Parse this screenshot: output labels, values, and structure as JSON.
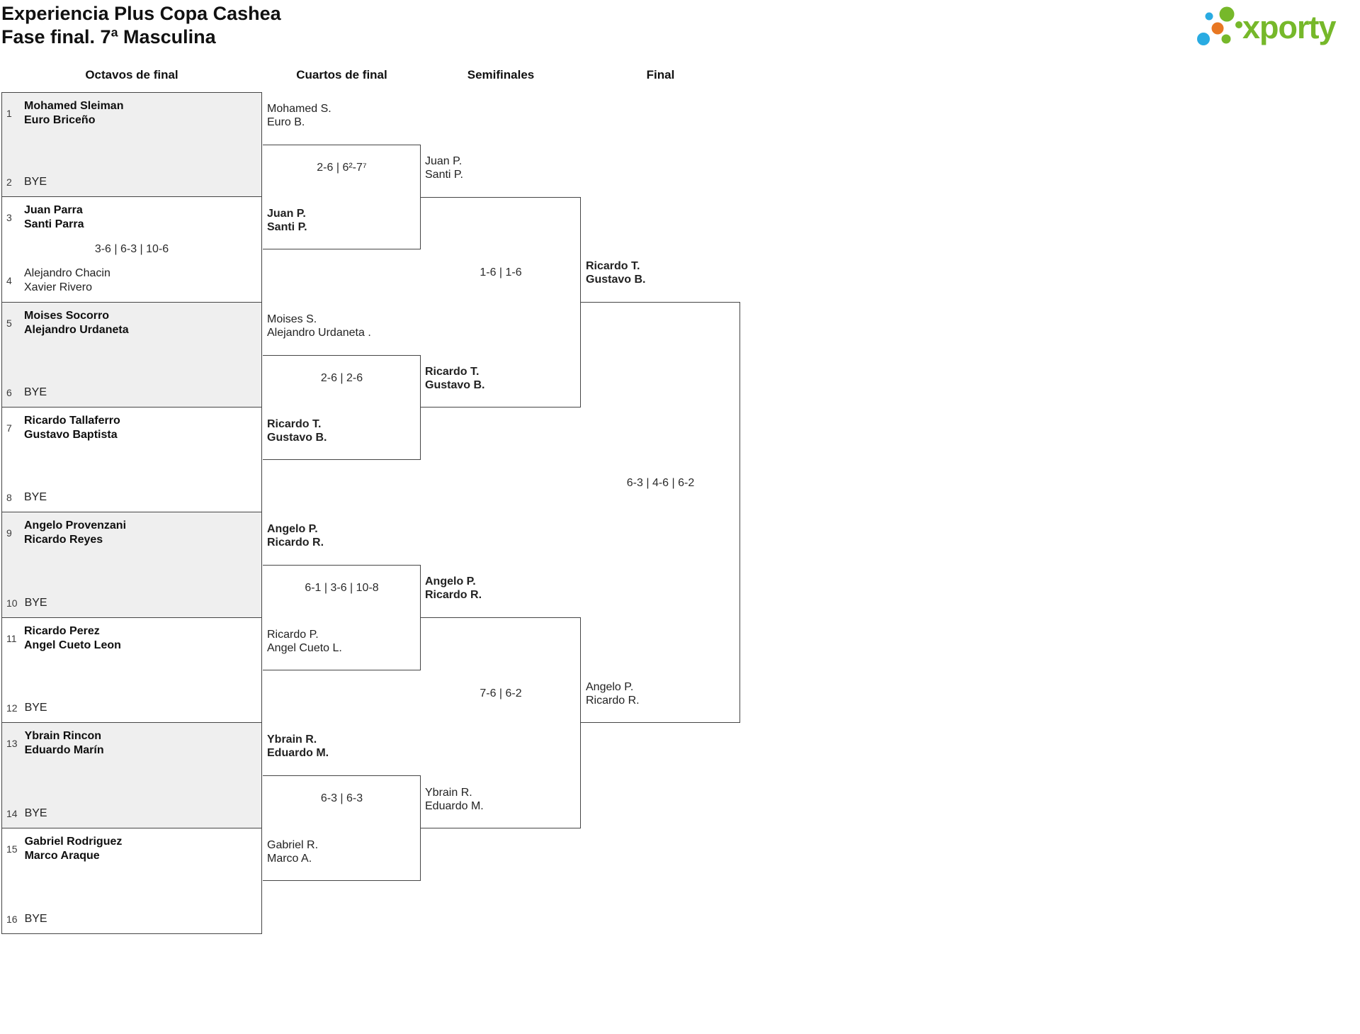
{
  "title": {
    "line1": "Experiencia Plus Copa Cashea",
    "line2": "Fase final. 7ª Masculina"
  },
  "brand": {
    "name": "xporty",
    "colors": {
      "green": "#76b82a",
      "blue": "#29abe2",
      "orange": "#e87722"
    }
  },
  "headers": {
    "octavos": "Octavos de final",
    "cuartos": "Cuartos de final",
    "semis": "Semifinales",
    "final": "Final"
  },
  "octavos": [
    {
      "seed_top": "1",
      "top": [
        "Mohamed Sleiman",
        "Euro Briceño"
      ],
      "seed_bottom": "2",
      "bottom": [
        "BYE",
        ""
      ],
      "score": ""
    },
    {
      "seed_top": "3",
      "top": [
        "Juan Parra",
        "Santi Parra"
      ],
      "seed_bottom": "4",
      "bottom": [
        "Alejandro Chacin",
        "Xavier Rivero"
      ],
      "score": "3-6 | 6-3 | 10-6"
    },
    {
      "seed_top": "5",
      "top": [
        "Moises Socorro",
        "Alejandro Urdaneta"
      ],
      "seed_bottom": "6",
      "bottom": [
        "BYE",
        ""
      ],
      "score": ""
    },
    {
      "seed_top": "7",
      "top": [
        "Ricardo Tallaferro",
        "Gustavo Baptista"
      ],
      "seed_bottom": "8",
      "bottom": [
        "BYE",
        ""
      ],
      "score": ""
    },
    {
      "seed_top": "9",
      "top": [
        "Angelo Provenzani",
        "Ricardo Reyes"
      ],
      "seed_bottom": "10",
      "bottom": [
        "BYE",
        ""
      ],
      "score": ""
    },
    {
      "seed_top": "11",
      "top": [
        "Ricardo Perez",
        "Angel Cueto Leon"
      ],
      "seed_bottom": "12",
      "bottom": [
        "BYE",
        ""
      ],
      "score": ""
    },
    {
      "seed_top": "13",
      "top": [
        "Ybrain Rincon",
        "Eduardo Marín"
      ],
      "seed_bottom": "14",
      "bottom": [
        "BYE",
        ""
      ],
      "score": ""
    },
    {
      "seed_top": "15",
      "top": [
        "Gabriel Rodriguez",
        "Marco Araque"
      ],
      "seed_bottom": "16",
      "bottom": [
        "BYE",
        ""
      ],
      "score": ""
    }
  ],
  "cuartos": [
    {
      "top": [
        "Mohamed S.",
        "Euro B."
      ],
      "bottom": [
        "Juan P.",
        "Santi P."
      ],
      "score": "2-6 | 6²-7⁷"
    },
    {
      "top": [
        "Moises S.",
        "Alejandro Urdaneta ."
      ],
      "bottom": [
        "Ricardo T.",
        "Gustavo B."
      ],
      "score": "2-6 | 2-6"
    },
    {
      "top": [
        "Angelo P.",
        "Ricardo R."
      ],
      "bottom": [
        "Ricardo P.",
        "Angel Cueto L."
      ],
      "score": "6-1 | 3-6 | 10-8"
    },
    {
      "top": [
        "Ybrain R.",
        "Eduardo M."
      ],
      "bottom": [
        "Gabriel R.",
        "Marco A."
      ],
      "score": "6-3 | 6-3"
    }
  ],
  "semifinales": [
    {
      "top": [
        "Juan P.",
        "Santi P."
      ],
      "bottom": [
        "Ricardo T.",
        "Gustavo B."
      ],
      "score": "1-6 | 1-6"
    },
    {
      "top": [
        "Angelo P.",
        "Ricardo R."
      ],
      "bottom": [
        "Ybrain R.",
        "Eduardo M."
      ],
      "score": "7-6 | 6-2"
    }
  ],
  "final": {
    "top": [
      "Ricardo T.",
      "Gustavo B."
    ],
    "bottom": [
      "Angelo P.",
      "Ricardo R."
    ],
    "score": "6-3 | 4-6 | 6-2"
  }
}
